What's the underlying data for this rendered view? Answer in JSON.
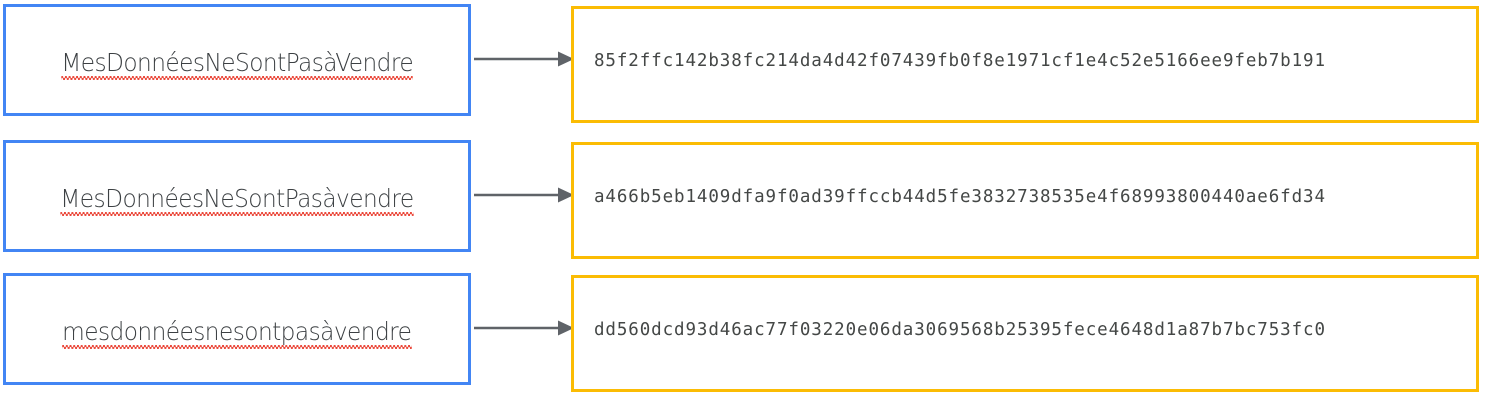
{
  "diagram": {
    "title": "hash-comparison-diagram",
    "colors": {
      "input_border": "#4285f4",
      "hash_border": "#fbbc04",
      "arrow": "#5f6368",
      "input_text": "#3c4043",
      "hash_text": "#444746",
      "spellcheck_underline": "#ea4335",
      "background": "#ffffff"
    },
    "rows": [
      {
        "input": "MesDonnéesNeSontPasàVendre",
        "arrow": "arrow-right",
        "hash": "85f2ffc142b38fc214da4d42f07439fb0f8e1971cf1e4c52e5166ee9feb7b191"
      },
      {
        "input": "MesDonnéesNeSontPasàvendre",
        "arrow": "arrow-right",
        "hash": "a466b5eb1409dfa9f0ad39ffccb44d5fe3832738535e4f68993800440ae6fd34"
      },
      {
        "input": "mesdonnéesnesontpasàvendre",
        "arrow": "arrow-right",
        "hash": "dd560dcd93d46ac77f03220e06da3069568b25395fece4648d1a87b7bc753fc0"
      }
    ]
  }
}
